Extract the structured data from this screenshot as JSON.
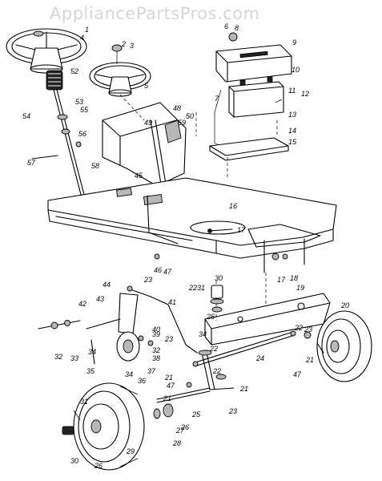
{
  "watermark": "AppliancePartsPros.com",
  "labels": [
    "1",
    "2",
    "3",
    "4",
    "5",
    "6",
    "7",
    "8",
    "9",
    "10",
    "11",
    "12",
    "13",
    "14",
    "15",
    "16",
    "17",
    "17",
    "18",
    "19",
    "20",
    "21",
    "21",
    "21",
    "21",
    "22",
    "22",
    "22",
    "22",
    "23",
    "23",
    "23",
    "23",
    "24",
    "25",
    "26",
    "26",
    "26",
    "27",
    "28",
    "29",
    "30",
    "30",
    "31",
    "31",
    "32",
    "32",
    "33",
    "34",
    "34",
    "34",
    "35",
    "36",
    "37",
    "38",
    "39",
    "40",
    "41",
    "42",
    "43",
    "44",
    "45",
    "46",
    "47",
    "47",
    "47",
    "48",
    "49",
    "50",
    "52",
    "53",
    "54",
    "55",
    "56",
    "57",
    "58",
    "59"
  ],
  "parts": [
    "steering-wheel-large",
    "steering-wheel-small",
    "steering-shaft",
    "gear",
    "dash-panel",
    "frame",
    "battery",
    "battery-box",
    "battery-tray",
    "front-axle",
    "tie-rod",
    "drag-link",
    "front-wheel-left",
    "front-wheel-right",
    "steering-arm",
    "spindle",
    "pivot-bar"
  ]
}
